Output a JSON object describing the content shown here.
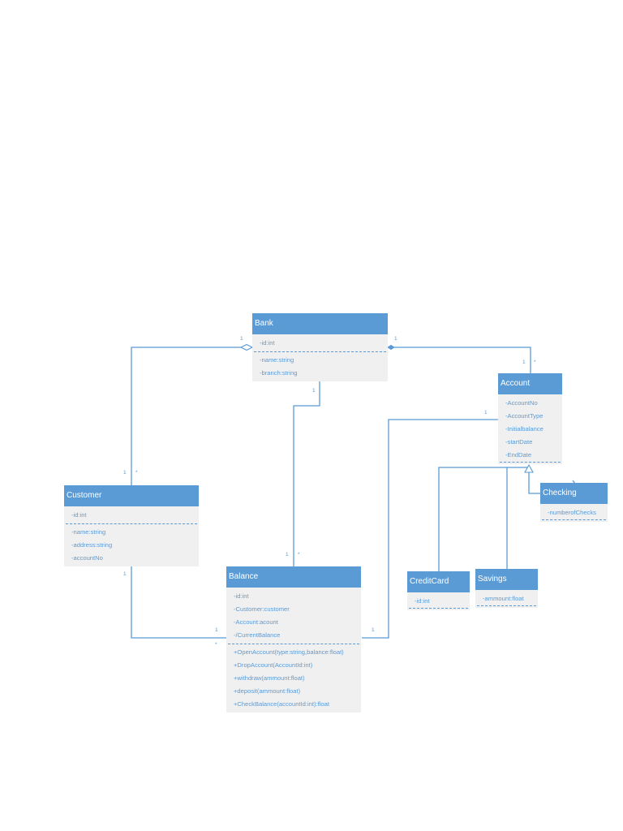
{
  "classes": {
    "bank": {
      "title": "Bank",
      "key_attrs": [
        "-id:int"
      ],
      "attrs": [
        "-name:string",
        "-branch:string"
      ]
    },
    "account": {
      "title": "Account",
      "attrs": [
        "-AccountNo",
        "-AccountType",
        "-Initialbalance",
        "-startDate",
        "-EndDate"
      ]
    },
    "customer": {
      "title": "Customer",
      "key_attrs": [
        "-id:int"
      ],
      "attrs": [
        "-name:string",
        "-address:string",
        "-accountNo"
      ]
    },
    "balance": {
      "title": "Balance",
      "attrs": [
        "-id:int",
        "-Customer:customer",
        "-Account:acount",
        "-/CurrentBalance"
      ],
      "ops": [
        "+OpenAccount(type:string,balance:float)",
        "+DropAccount(AccountId:int)",
        "+withdraw(ammount:float)",
        "+deposit(ammount:float)",
        "+CheckBalance(accountId:int):float"
      ]
    },
    "creditcard": {
      "title": "CreditCard",
      "attrs": [
        "-id:int"
      ]
    },
    "savings": {
      "title": "Savings",
      "attrs": [
        "-ammount:float"
      ]
    },
    "checking": {
      "title": "Checking",
      "attrs": [
        "-numberofChecks"
      ]
    }
  },
  "multiplicities": {
    "bank_customer_bank": "1",
    "bank_account_bank": "1",
    "bank_account_account_one": "1",
    "bank_account_account_many": "*",
    "bank_balance_bank": "1",
    "customer_bank_one": "1",
    "customer_bank_many": "*",
    "balance_bank_one": "1",
    "balance_bank_many": "*",
    "customer_balance_customer": "1",
    "customer_balance_balance_one": "1",
    "customer_balance_balance_many": "*",
    "balance_account_balance": "1",
    "balance_account_account": "1"
  },
  "colors": {
    "header": "#5b9bd5",
    "body": "#f0f0f0",
    "line": "#5b9bd5"
  }
}
